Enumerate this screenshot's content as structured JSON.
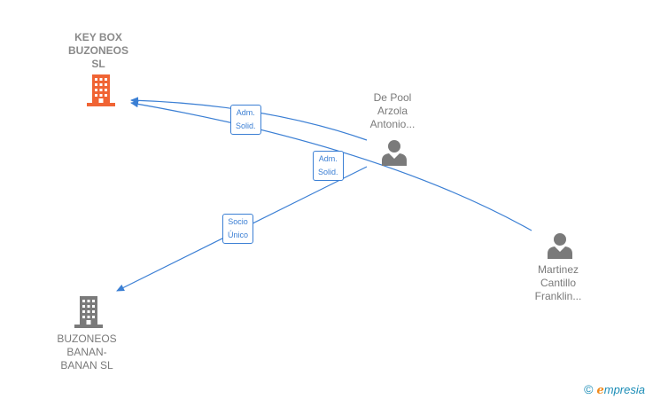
{
  "nodes": {
    "key_box": {
      "lines": [
        "KEY BOX",
        "BUZONEOS",
        "SL"
      ],
      "icon": "building-icon",
      "color": "#f06434"
    },
    "de_pool": {
      "lines": [
        "De Pool",
        "Arzola",
        "Antonio..."
      ],
      "icon": "person-icon",
      "color": "#7a7a7a"
    },
    "martinez": {
      "lines": [
        "Martinez",
        "Cantillo",
        "Franklin..."
      ],
      "icon": "person-icon",
      "color": "#7a7a7a"
    },
    "buzoneos": {
      "lines": [
        "BUZONEOS",
        "BANAN-",
        "BANAN  SL"
      ],
      "icon": "building-icon",
      "color": "#7a7a7a"
    }
  },
  "edges": [
    {
      "from": "de_pool",
      "to": "key_box",
      "label": [
        "Adm.",
        "Solid."
      ]
    },
    {
      "from": "martinez",
      "to": "key_box",
      "label": [
        "Adm.",
        "Solid."
      ]
    },
    {
      "from": "de_pool",
      "to": "buzoneos",
      "label": [
        "Socio",
        "Único"
      ]
    }
  ],
  "edge_color": "#3b7fd4",
  "footer": {
    "copyright": "©",
    "brand_e": "e",
    "brand_rest": "mpresia"
  }
}
